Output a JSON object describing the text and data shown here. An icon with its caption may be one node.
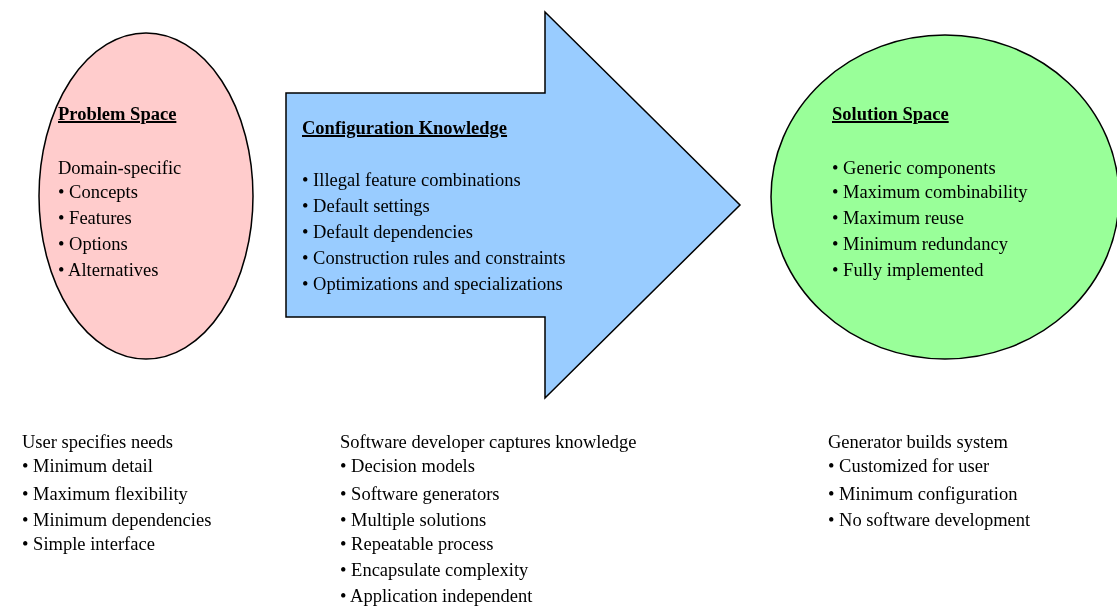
{
  "diagram": {
    "nodes": [
      {
        "text": [
          "Problem Space",
          "Domain-specific",
          "• Concepts",
          "• Features",
          "• Options",
          "• Alternatives"
        ]
      },
      {
        "text": [
          "Configuration Knowledge",
          "• Illegal feature combinations",
          "• Default settings",
          "• Default dependencies",
          "• Construction rules and constraints",
          "• Optimizations and specializations"
        ]
      },
      {
        "text": [
          "Solution Space",
          "• Generic components",
          "• Maximum combinability",
          "• Maximum reuse",
          "• Minimum redundancy",
          "• Fully implemented"
        ]
      }
    ],
    "edges": [
      {
        "from": 0,
        "to": 2,
        "arrow": "to"
      }
    ],
    "labels": [
      "User specifies needs",
      "• Minimum detail",
      "• Maximum flexibility",
      "• Minimum dependencies",
      "• Simple interface",
      "Software developer captures knowledge",
      "• Decision models",
      "• Software generators",
      "• Multiple solutions",
      "• Repeatable process",
      "• Encapsulate complexity",
      "• Application independent",
      "Generator builds system",
      "• Customized for user",
      "• Minimum configuration",
      "• No software development"
    ]
  }
}
